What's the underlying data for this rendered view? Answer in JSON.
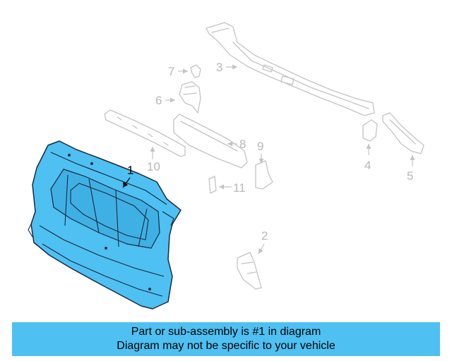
{
  "diagram": {
    "callouts": [
      "1",
      "2",
      "3",
      "4",
      "5",
      "6",
      "7",
      "8",
      "9",
      "10",
      "11"
    ],
    "highlight_color": "#4ec0f2",
    "ghost_color": "#c4c4c4"
  },
  "banner": {
    "line1": "Part or sub-assembly is #1 in diagram",
    "line2": "Diagram may not be specific to your vehicle",
    "background": "#4ec0f2"
  }
}
